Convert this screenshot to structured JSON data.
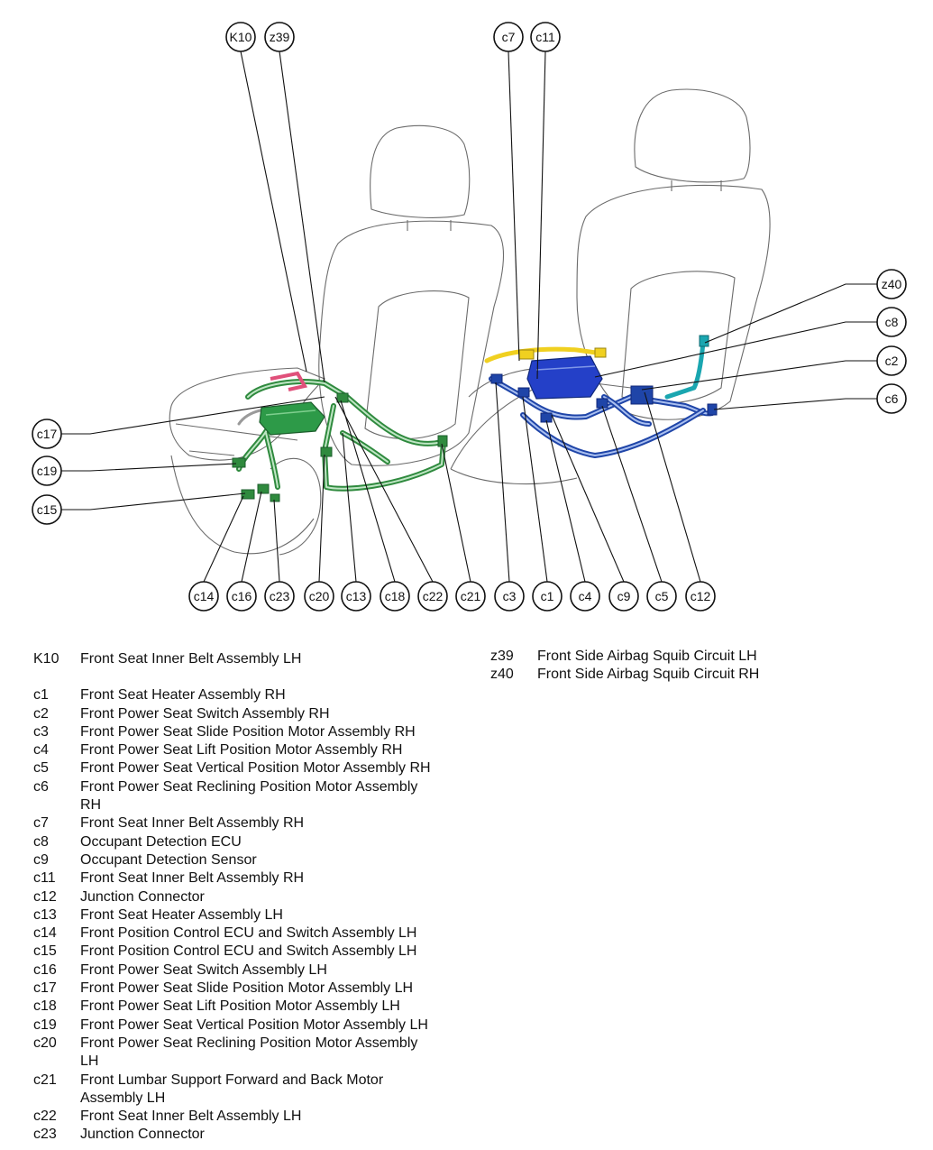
{
  "callouts": {
    "K10": "K10",
    "z39": "z39",
    "c7": "c7",
    "c11": "c11",
    "z40": "z40",
    "c8": "c8",
    "c2": "c2",
    "c6": "c6",
    "c17": "c17",
    "c19": "c19",
    "c15": "c15",
    "c14": "c14",
    "c16": "c16",
    "c23": "c23",
    "c20": "c20",
    "c13": "c13",
    "c18": "c18",
    "c22": "c22",
    "c21": "c21",
    "c3": "c3",
    "c1": "c1",
    "c4": "c4",
    "c9": "c9",
    "c5": "c5",
    "c12": "c12"
  },
  "colors": {
    "lh_harness": "#2f8a3e",
    "lh_ecu": "#2d9a48",
    "lh_red": "#e0507a",
    "rh_harness": "#1f45a8",
    "rh_ecu": "#2440c8",
    "rh_yellow": "#f0d020",
    "rh_cyan": "#1aa6b0",
    "seat_outline": "#6b6b6b"
  },
  "legend": {
    "left": [
      {
        "code": "K10",
        "desc": "Front Seat Inner Belt Assembly LH"
      },
      {
        "code": "c1",
        "desc": "Front Seat Heater Assembly RH"
      },
      {
        "code": "c2",
        "desc": "Front Power Seat Switch Assembly RH"
      },
      {
        "code": "c3",
        "desc": "Front Power Seat Slide Position Motor Assembly RH"
      },
      {
        "code": "c4",
        "desc": "Front Power Seat Lift Position Motor Assembly RH"
      },
      {
        "code": "c5",
        "desc": "Front Power Seat Vertical Position Motor Assembly RH"
      },
      {
        "code": "c6",
        "desc": "Front Power Seat Reclining Position Motor Assembly\nRH"
      },
      {
        "code": "c7",
        "desc": "Front Seat Inner Belt Assembly RH"
      },
      {
        "code": "c8",
        "desc": "Occupant Detection ECU"
      },
      {
        "code": "c9",
        "desc": "Occupant Detection Sensor"
      },
      {
        "code": "c11",
        "desc": "Front Seat Inner Belt Assembly RH"
      },
      {
        "code": "c12",
        "desc": "Junction Connector"
      },
      {
        "code": "c13",
        "desc": "Front Seat Heater Assembly LH"
      },
      {
        "code": "c14",
        "desc": "Front Position Control ECU and Switch Assembly LH"
      },
      {
        "code": "c15",
        "desc": "Front Position Control ECU and Switch Assembly LH"
      },
      {
        "code": "c16",
        "desc": "Front Power Seat Switch Assembly LH"
      },
      {
        "code": "c17",
        "desc": "Front Power Seat Slide Position Motor Assembly LH"
      },
      {
        "code": "c18",
        "desc": "Front Power Seat Lift Position Motor Assembly LH"
      },
      {
        "code": "c19",
        "desc": "Front Power Seat Vertical Position Motor Assembly LH"
      },
      {
        "code": "c20",
        "desc": "Front Power Seat Reclining Position Motor Assembly\nLH"
      },
      {
        "code": "c21",
        "desc": "Front Lumbar Support Forward and Back Motor\nAssembly LH"
      },
      {
        "code": "c22",
        "desc": "Front Seat Inner Belt Assembly LH"
      },
      {
        "code": "c23",
        "desc": "Junction Connector"
      }
    ],
    "right": [
      {
        "code": "z39",
        "desc": "Front Side Airbag Squib Circuit LH"
      },
      {
        "code": "z40",
        "desc": "Front Side Airbag Squib Circuit RH"
      }
    ]
  }
}
